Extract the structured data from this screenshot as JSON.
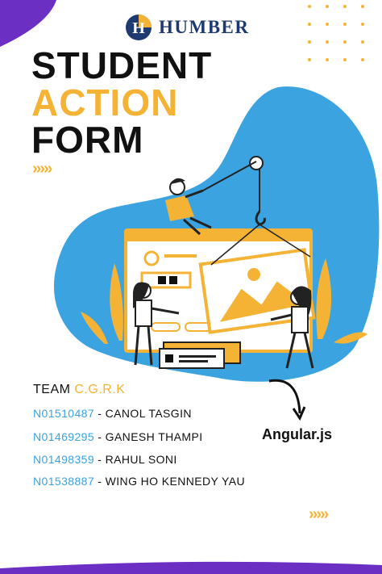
{
  "brand": {
    "logo_letter": "H",
    "name": "HUMBER"
  },
  "title": {
    "line1": "STUDENT",
    "line2": "ACTION",
    "line3": "FORM"
  },
  "decor": {
    "chevrons": "›››››",
    "accent_color": "#f5b335",
    "blob_color": "#3aa3e0",
    "corner_color": "#6b2fc4"
  },
  "team": {
    "prefix": "TEAM ",
    "name": "C.G.R.K",
    "members": [
      {
        "id": "N01510487",
        "separator": " - ",
        "name": "CANOL TASGIN"
      },
      {
        "id": "N01469295",
        "separator": " - ",
        "name": "GANESH THAMPI"
      },
      {
        "id": "N01498359",
        "separator": " - ",
        "name": "RAHUL SONI"
      },
      {
        "id": "N01538887",
        "separator": " - ",
        "name": "WING HO KENNEDY YAU"
      }
    ]
  },
  "framework": "Angular.js"
}
